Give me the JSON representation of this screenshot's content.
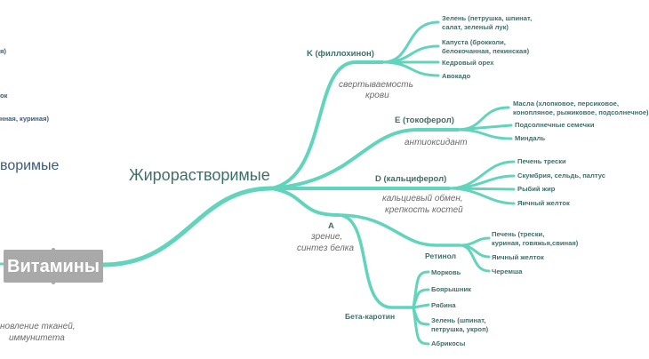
{
  "root": {
    "label": "Витамины",
    "caption_partial": [
      "новление тканей,",
      "иммунитета"
    ]
  },
  "left_partial": {
    "items": [
      "я)",
      "ок",
      "нная, куриная)"
    ],
    "branch_label": "воримые"
  },
  "fat_soluble": {
    "label": "Жирорастворимые",
    "vitamins": [
      {
        "label": "K (филлохинон)",
        "caption": [
          "свертываемость",
          "крови"
        ],
        "sources": [
          [
            "Зелень (петрушка, шпинат,",
            "салат, зеленый лук)"
          ],
          [
            "Капуста (брокколи,",
            "белокочанная, пекинская)"
          ],
          [
            "Кедровый орех"
          ],
          [
            "Авокадо"
          ]
        ]
      },
      {
        "label": "E (токоферол)",
        "caption": [
          "антиоксидант"
        ],
        "sources": [
          [
            "Масла (хлопковое, персиковое,",
            "конопляное, рыжиковое, подсолнечное)"
          ],
          [
            "Подсолнечные семечки"
          ],
          [
            "Миндаль"
          ]
        ]
      },
      {
        "label": "D (кальциферол)",
        "caption": [
          "кальциевый обмен,",
          "крепкость костей"
        ],
        "sources": [
          [
            "Печень трески"
          ],
          [
            "Скумбрия, сельдь, палтус"
          ],
          [
            "Рыбий жир"
          ],
          [
            "Яичный желток"
          ]
        ]
      },
      {
        "label": "A",
        "caption": [
          "зрение,",
          "синтез белка"
        ],
        "forms": [
          {
            "label": "Ретинол",
            "sources": [
              [
                "Печень (трески,",
                "куриная, говяжья,свиная)"
              ],
              [
                "Яичный желток"
              ],
              [
                "Черемша"
              ]
            ]
          },
          {
            "label": "Бета-каротин",
            "sources": [
              [
                "Морковь"
              ],
              [
                "Боярышник"
              ],
              [
                "Рябина"
              ],
              [
                "Зелень (шпинат,",
                "петрушка, укроп)"
              ],
              [
                "Абрикосы"
              ]
            ]
          }
        ]
      }
    ]
  },
  "colors": {
    "branch": "#62d4bb",
    "root_bg": "#a9a9a9",
    "text": "#3f6e69"
  }
}
